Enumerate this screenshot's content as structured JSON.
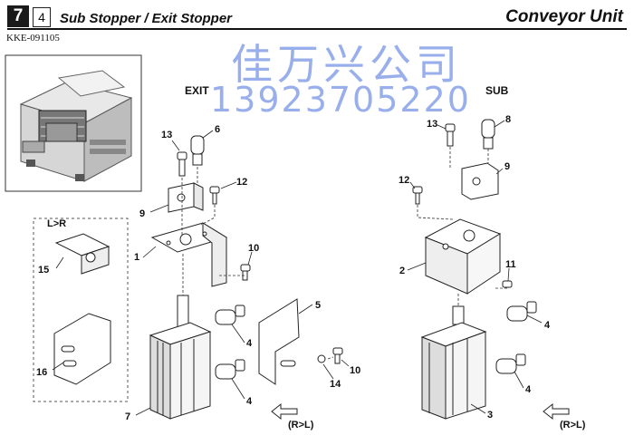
{
  "header": {
    "section_number": "7",
    "page_number": "4",
    "title": "Sub Stopper / Exit Stopper",
    "unit": "Conveyor Unit",
    "doc_number": "KKE-091105"
  },
  "watermark": {
    "company": "佳万兴公司",
    "phone": "13923705220"
  },
  "sections": {
    "exit": "EXIT",
    "sub": "SUB",
    "lr": "L>R"
  },
  "direction_labels": {
    "exit": "(R>L)",
    "sub": "(R>L)"
  },
  "parts": {
    "exit": [
      "13",
      "6",
      "12",
      "9",
      "1",
      "10",
      "5",
      "4",
      "4",
      "10",
      "14",
      "7"
    ],
    "lr": [
      "15",
      "16"
    ],
    "sub": [
      "13",
      "8",
      "9",
      "12",
      "2",
      "11",
      "4",
      "4",
      "3"
    ]
  }
}
